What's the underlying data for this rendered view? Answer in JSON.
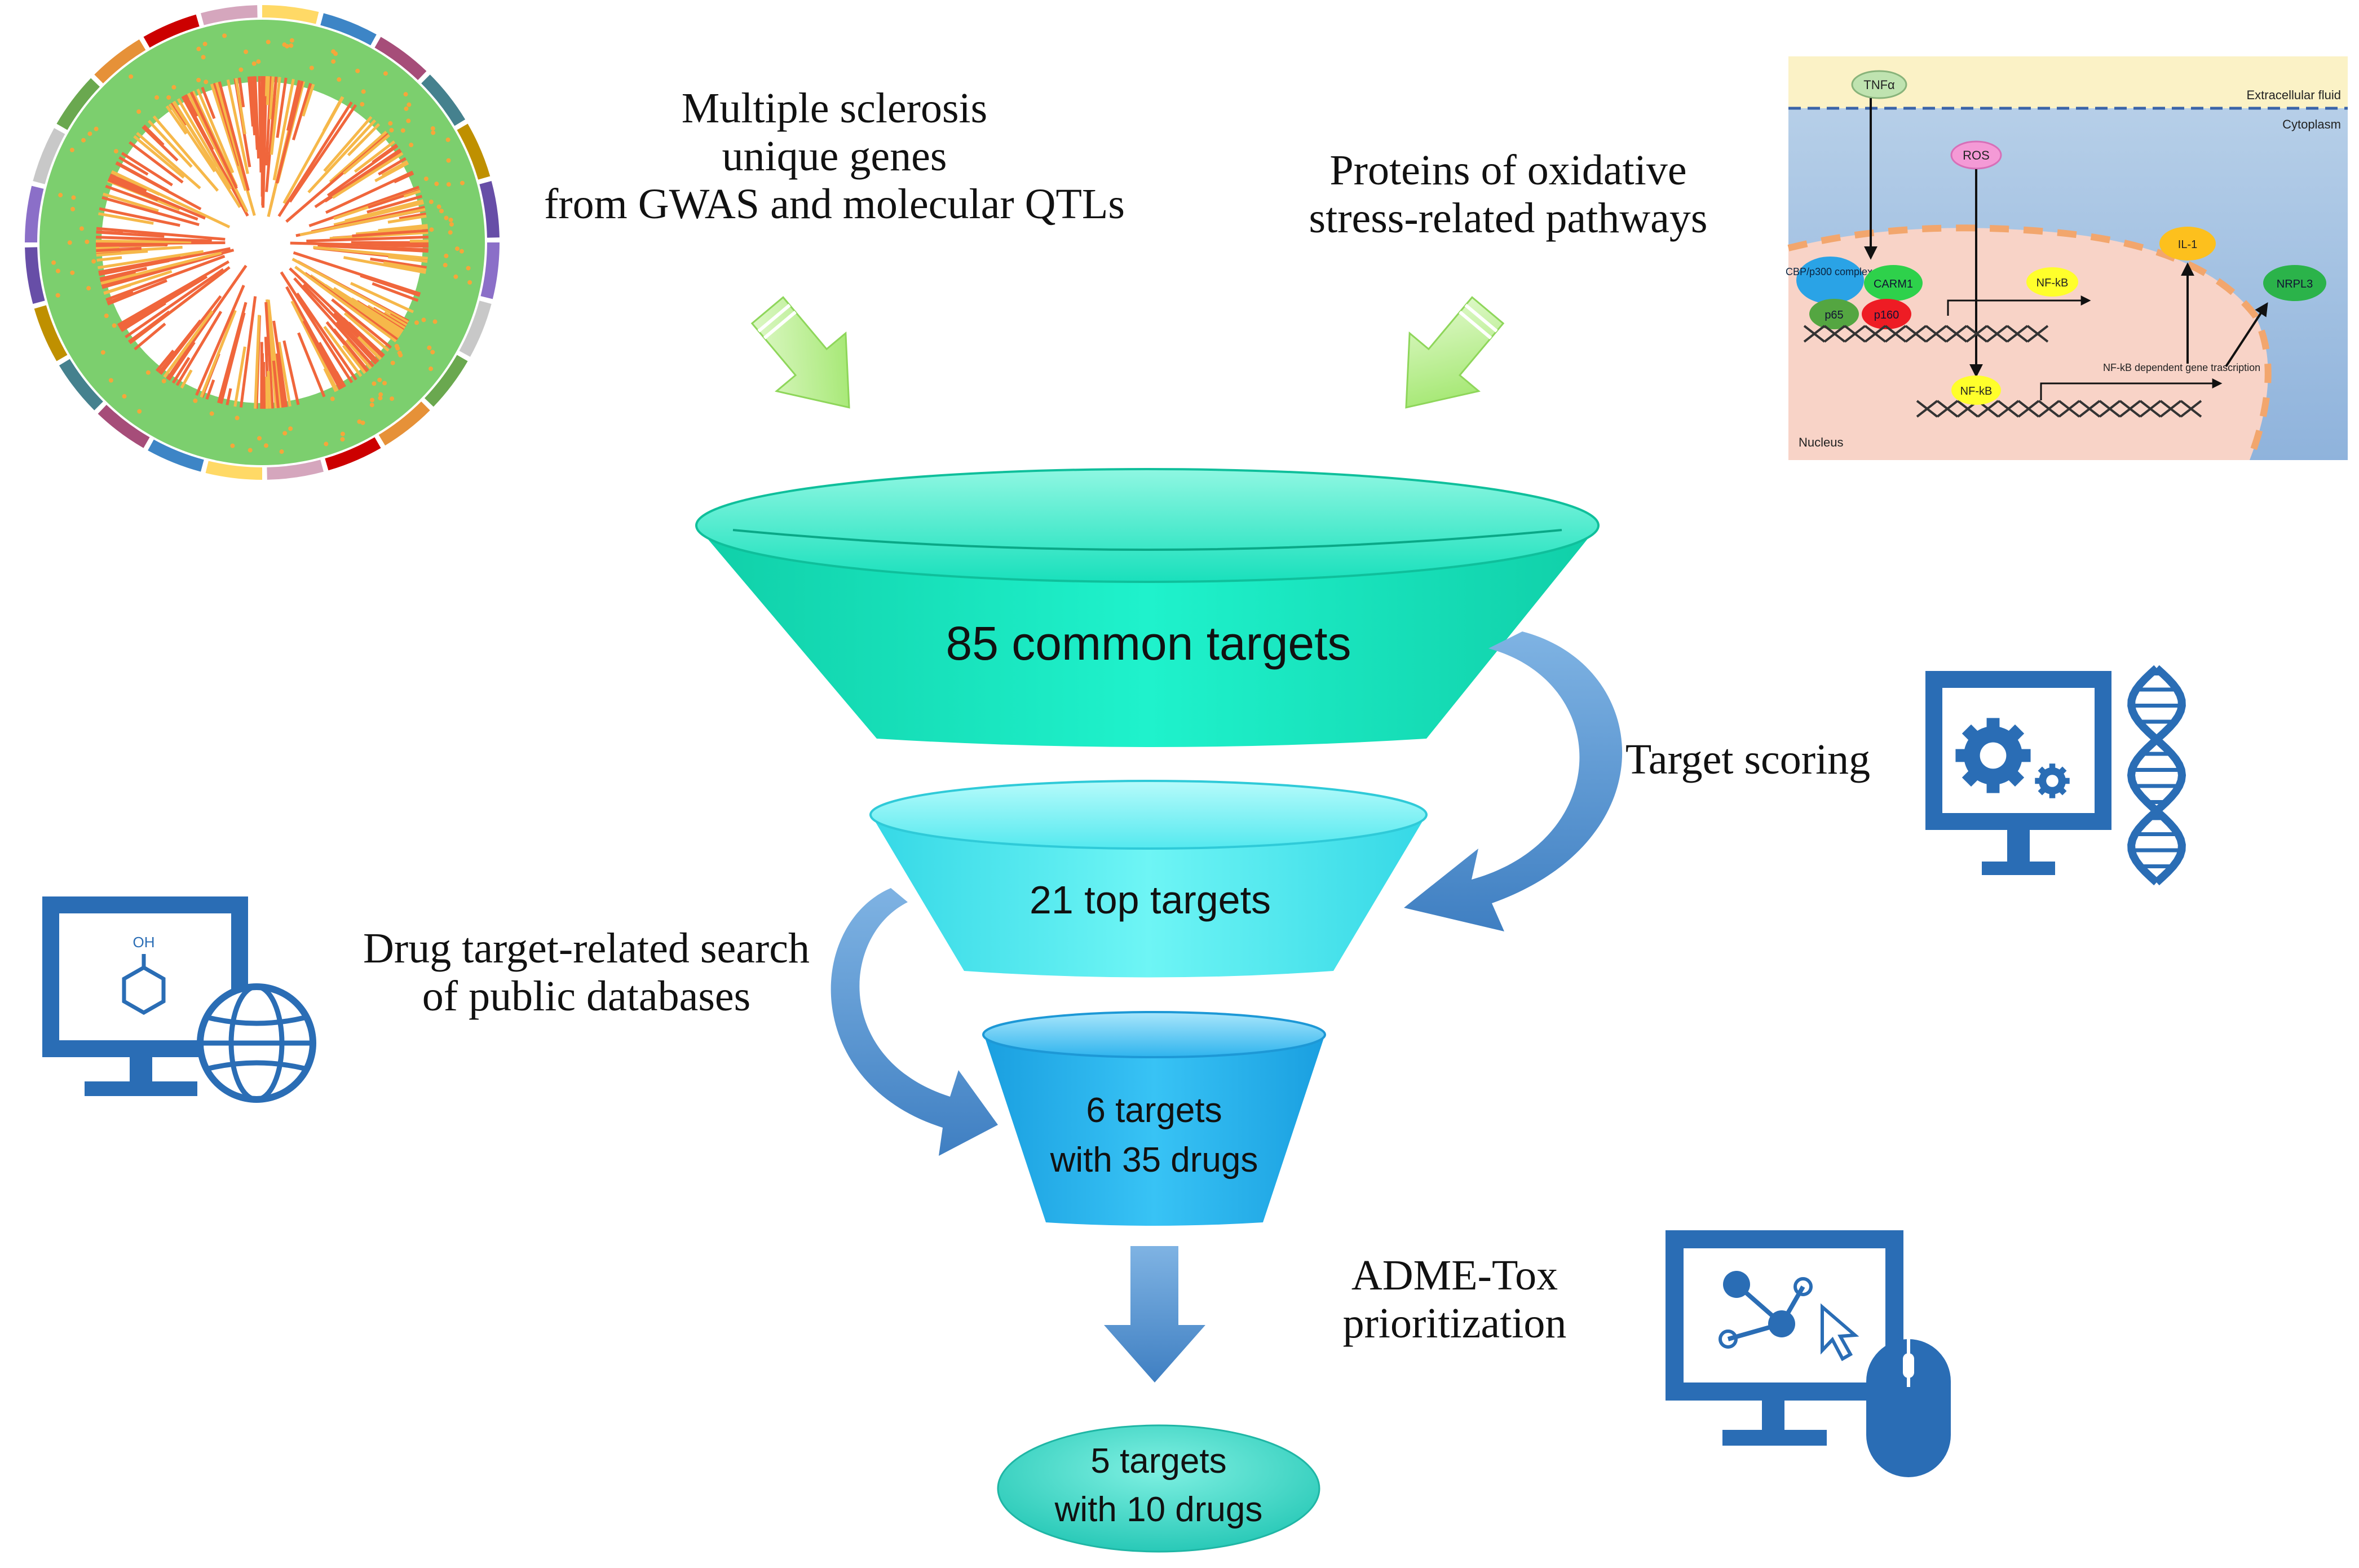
{
  "sources": {
    "gwas_title": [
      "Multiple sclerosis",
      "unique genes",
      "from GWAS and molecular QTLs"
    ],
    "oxidative_title": [
      "Proteins of oxidative",
      "stress-related pathways"
    ]
  },
  "pathway": {
    "extracellular": "Extracellular fluid",
    "cytoplasm": "Cytoplasm",
    "nucleus": "Nucleus",
    "tnfa": "TNFα",
    "ros": "ROS",
    "cbp": "CBP/p300 complex",
    "carm1": "CARM1",
    "p65": "p65",
    "p160": "p160",
    "nfkb_top": "NF-kB",
    "nfkb_bottom": "NF-kB",
    "il1": "IL-1",
    "nrpl3": "NRPL3",
    "transcription": "NF-kB dependent gene trascription"
  },
  "funnel": {
    "stage1": [
      "85 common targets"
    ],
    "stage2": [
      "21 top targets"
    ],
    "stage3": [
      "6 targets",
      "with 35 drugs"
    ],
    "stage4": [
      "5 targets",
      "with 10 drugs"
    ]
  },
  "steps": {
    "scoring": [
      "Target scoring"
    ],
    "search": [
      "Drug target-related search",
      "of public databases"
    ],
    "adme": [
      "ADME-Tox",
      "prioritization"
    ]
  },
  "icons": {
    "phenol_label": "OH",
    "scoring_icon": "computer-gears-dna-icon",
    "search_icon": "computer-molecule-globe-icon",
    "adme_icon": "computer-network-mouse-icon"
  },
  "colors": {
    "funnel1": "#1de8c4",
    "funnel2": "#4ff0ee",
    "funnel3": "#26b4ee",
    "funnel4": "#33d6c6",
    "arrow_blue": "#4a86c5",
    "icon_blue": "#2a6db5",
    "green_arrow": "#a8ea74"
  }
}
